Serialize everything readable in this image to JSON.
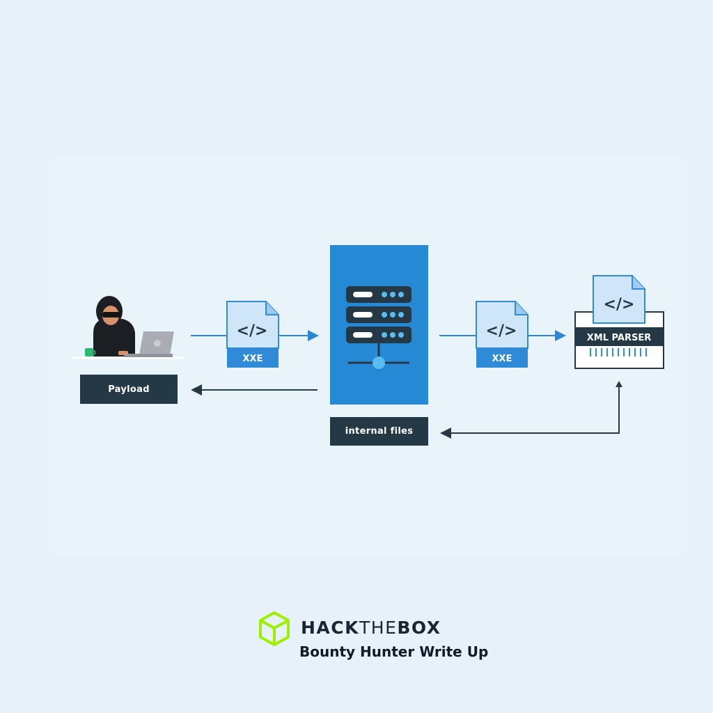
{
  "diagram": {
    "payload_label": "Payload",
    "internal_files_label": "internal files",
    "xxe_left_label": "XXE",
    "xxe_right_label": "XXE",
    "xml_parser_label": "XML PARSER",
    "code_glyph": "</>"
  },
  "brand": {
    "name_part1": "HACK",
    "name_part2": "THE",
    "name_part3": "BOX",
    "subtitle": "Bounty Hunter Write Up",
    "logo_color": "#9fef00"
  },
  "colors": {
    "background": "#e6f1f9",
    "server_blue": "#2589d6",
    "doc_blue": "#2f8ad8",
    "dark_label": "#253846",
    "arrow_blue": "#2b87d3"
  }
}
